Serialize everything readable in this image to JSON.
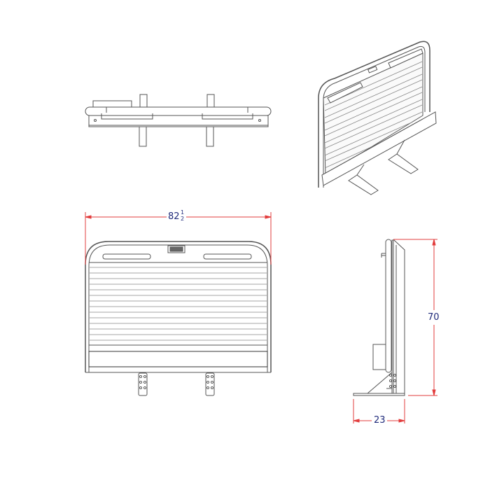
{
  "drawing": {
    "title": "Headache rack technical drawing",
    "views": [
      "top-view",
      "isometric-view",
      "front-view",
      "side-view"
    ],
    "colors": {
      "line": "#555555",
      "dimension_line": "#e23c3c",
      "dimension_text": "#1f2a7a",
      "background": "#ffffff"
    }
  },
  "dimensions": {
    "width": {
      "whole": "82",
      "numerator": "1",
      "denominator": "2"
    },
    "height": "70",
    "depth": "23"
  }
}
